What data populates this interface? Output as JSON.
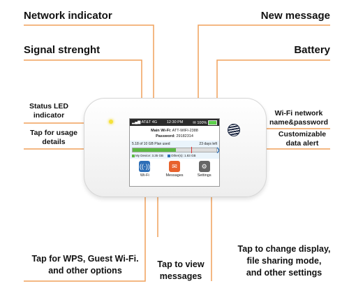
{
  "callouts": {
    "network_indicator": "Network indicator",
    "new_message": "New message",
    "signal_strength": "Signal strenght",
    "battery": "Battery",
    "status_led_line1": "Status LED",
    "status_led_line2": "indicator",
    "wifi_network_line1": "Wi-Fi network",
    "wifi_network_line2": "name&password",
    "tap_usage_line1": "Tap for usage",
    "tap_usage_line2": "details",
    "data_alert_line1": "Customizable",
    "data_alert_line2": "data alert",
    "wps_line1": "Tap for WPS, Guest Wi-Fi.",
    "wps_line2": "and other options",
    "view_messages_line1": "Tap to view",
    "view_messages_line2": "messages",
    "settings_line1": "Tap to change display,",
    "settings_line2": "file sharing mode,",
    "settings_line3": "and other settings"
  },
  "screen": {
    "carrier": "AT&T",
    "network": "4G",
    "time": "12:30 PM",
    "battery": "100%",
    "wifi_label": "Main Wi-Fi:",
    "wifi_name": "ATT-WIFI-2388",
    "password_label": "Password:",
    "password": "29182314",
    "usage_text": "5.18 of 10 GB Plan used",
    "days_left": "23 days left",
    "usage_fraction": 0.518,
    "my_device": "My Device: 3.35 GB",
    "others": "Other(s): 1.83 GB",
    "apps": [
      "Wi-Fi",
      "Messages",
      "Settings"
    ]
  },
  "colors": {
    "leader_line": "#f0a05a",
    "led": "#f5e23a",
    "battery": "#5cd04a",
    "usage_bar": "#5cb844",
    "wifi_icon_bg": "#2e6fb7",
    "messages_icon_bg": "#e8622c",
    "settings_icon_bg": "#666666"
  },
  "icons": [
    "wifi-icon",
    "messages-icon",
    "settings-gear-icon",
    "att-logo",
    "battery-icon",
    "message-envelope-icon"
  ]
}
